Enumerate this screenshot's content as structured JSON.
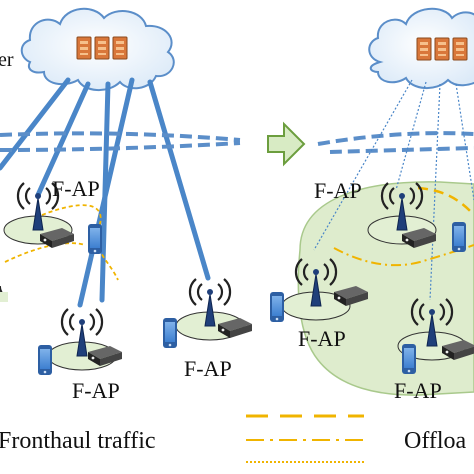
{
  "labels": {
    "cloud_fragment": "er",
    "fap_left_top": "F-AP",
    "fap_left_bottom": "F-AP",
    "fap_left_right": "F-AP",
    "fap_right_top": "F-AP",
    "fap_right_middle": "F-AP",
    "fap_right_bottom": "F-AP",
    "legend_fronthaul": "Fronthaul traffic",
    "legend_offload": "Offloa"
  },
  "colors": {
    "fronthaul": "#4a86c8",
    "offload": "#f0b400",
    "arrow_fill": "#d8ebc4",
    "arrow_stroke": "#6c9e3e",
    "coverage": "#deeccd",
    "coverage_stroke": "#a9c98c",
    "cloud_stroke": "#5b8ec9"
  },
  "icons": [
    "cloud-icon",
    "server-icon",
    "antenna-icon",
    "router-icon",
    "phone-icon",
    "transition-arrow-icon"
  ]
}
